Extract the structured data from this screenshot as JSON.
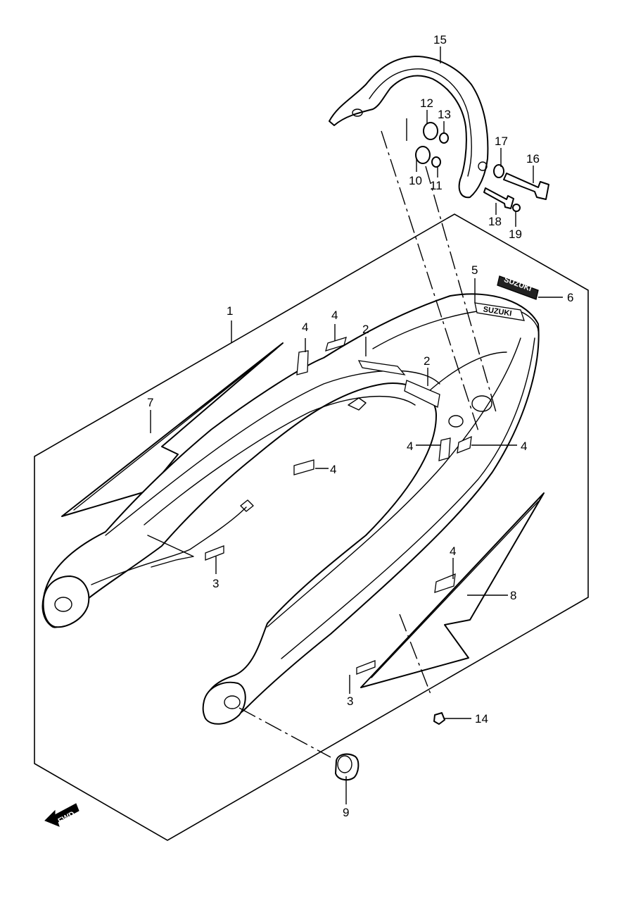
{
  "callouts": {
    "c1": "1",
    "c2a": "2",
    "c2b": "2",
    "c3a": "3",
    "c3b": "3",
    "c4a": "4",
    "c4b": "4",
    "c4c": "4",
    "c4d": "4",
    "c4e": "4",
    "c4f": "4",
    "c5": "5",
    "c6": "6",
    "c7": "7",
    "c8": "8",
    "c9": "9",
    "c10": "10",
    "c11": "11",
    "c12": "12",
    "c13": "13",
    "c14": "14",
    "c15": "15",
    "c16": "16",
    "c17": "17",
    "c18": "18",
    "c19": "19"
  },
  "logo_text": "SUZUKI",
  "fwd_label": "FWD"
}
